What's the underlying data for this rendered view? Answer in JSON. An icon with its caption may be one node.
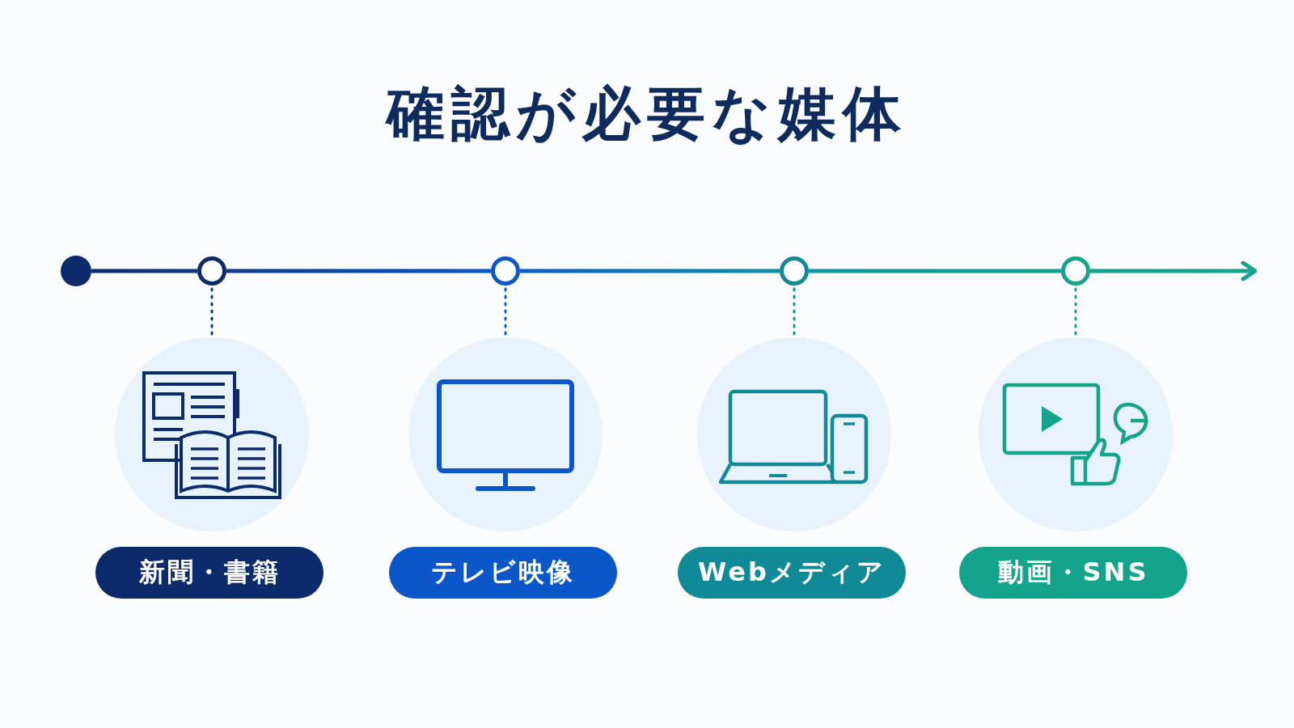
{
  "diagram": {
    "title": "確認が必要な媒体",
    "nodes": [
      {
        "text": [],
        "shape": "dot"
      },
      {
        "text": [],
        "shape": "circle"
      },
      {
        "text": [],
        "shape": "circle"
      },
      {
        "text": [],
        "shape": "circle"
      },
      {
        "text": [],
        "shape": "circle"
      },
      {
        "text": [],
        "shape": "circle"
      },
      {
        "text": [],
        "shape": "circle"
      },
      {
        "text": [],
        "shape": "circle"
      },
      {
        "text": [],
        "shape": "circle"
      },
      {
        "text": [
          "新聞・書籍"
        ]
      },
      {
        "text": [
          "テレビ映像"
        ]
      },
      {
        "text": [
          "Webメディア"
        ]
      },
      {
        "text": [
          "動画・SNS"
        ]
      }
    ],
    "edges": [
      {
        "from": 0,
        "to": 1,
        "arrow": "none"
      },
      {
        "from": 1,
        "to": 2,
        "arrow": "none"
      },
      {
        "from": 2,
        "to": 3,
        "arrow": "none"
      },
      {
        "from": 3,
        "to": 4,
        "arrow": "none"
      },
      {
        "from": 4,
        "to": null,
        "arrow": "to"
      },
      {
        "from": 1,
        "to": 5,
        "arrow": "none",
        "style": "dashed"
      },
      {
        "from": 2,
        "to": 6,
        "arrow": "none",
        "style": "dashed"
      },
      {
        "from": 3,
        "to": 7,
        "arrow": "none",
        "style": "dashed"
      },
      {
        "from": 4,
        "to": 8,
        "arrow": "none",
        "style": "dashed"
      }
    ]
  }
}
